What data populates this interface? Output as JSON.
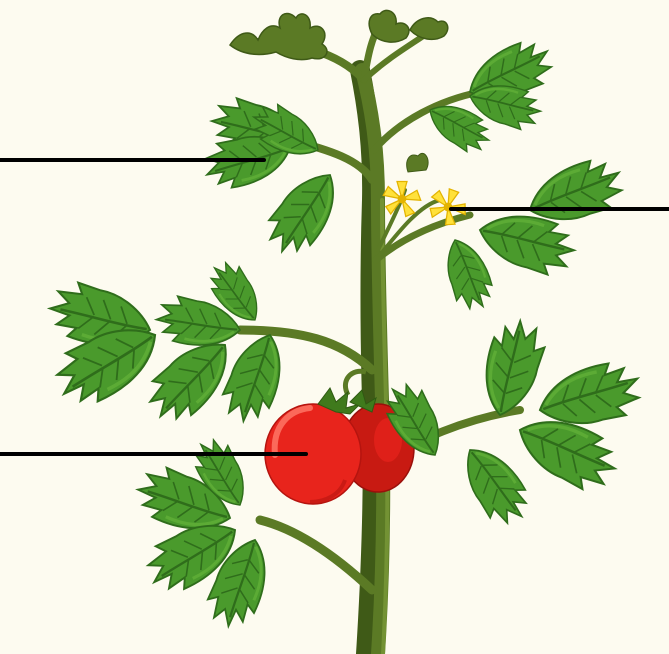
{
  "diagram": {
    "subject": "tomato-plant",
    "labels": [
      {
        "id": "leaf",
        "text": ""
      },
      {
        "id": "flower",
        "text": ""
      },
      {
        "id": "fruit",
        "text": ""
      }
    ]
  },
  "colors": {
    "background": "#fdfbf0",
    "stem": "#5b7a25",
    "stem_dark": "#3f5a17",
    "leaf": "#4a9a2c",
    "leaf_light": "#69b83c",
    "leaf_dark": "#2f6d1b",
    "tomato": "#e8241c",
    "tomato_dark": "#b5140f",
    "tomato_highlight": "#ff7a6a",
    "flower": "#ffe13a",
    "flower_dark": "#e3b300",
    "line": "#000000"
  }
}
